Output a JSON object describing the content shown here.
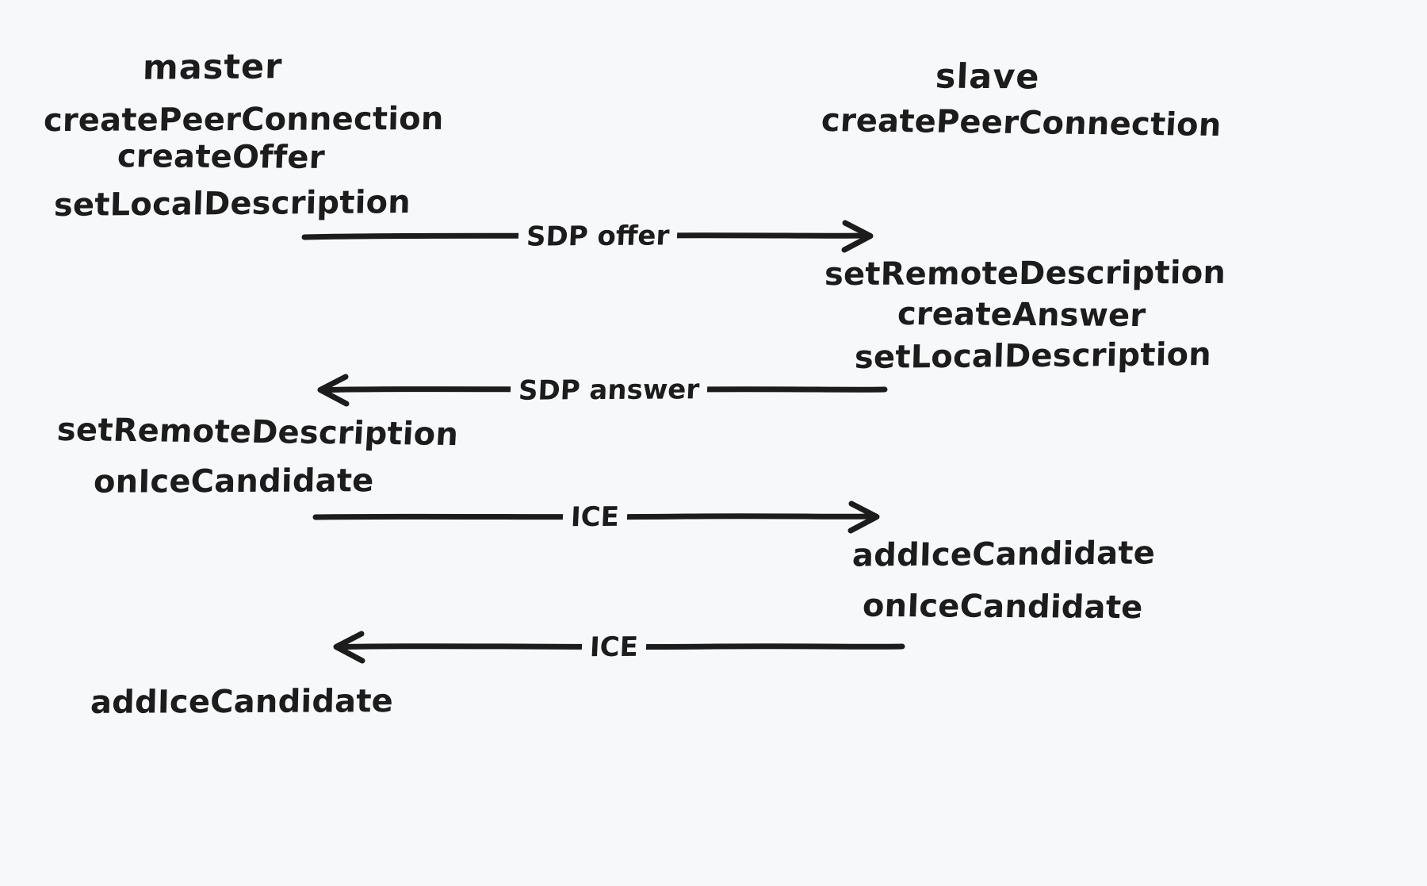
{
  "diagram": {
    "type": "sequence-diagram",
    "style": "hand-drawn",
    "background_color": "#f7f8fa",
    "ink_color": "#1c1c1c",
    "participants": [
      {
        "id": "master",
        "label": "master",
        "side": "left"
      },
      {
        "id": "slave",
        "label": "slave",
        "side": "right"
      }
    ],
    "left_actions": {
      "createPeerConnection": "createPeerConnection",
      "createOffer": "createOffer",
      "setLocalDescription": "setLocalDescription",
      "setRemoteDescription": "setRemoteDescription",
      "onIceCandidate": "onIceCandidate",
      "addIceCandidate": "addIceCandidate"
    },
    "right_actions": {
      "createPeerConnection": "createPeerConnection",
      "setRemoteDescription": "setRemoteDescription",
      "createAnswer": "createAnswer",
      "setLocalDescription": "setLocalDescription",
      "addIceCandidate": "addIceCandidate",
      "onIceCandidate": "onIceCandidate"
    },
    "messages": [
      {
        "id": "sdp-offer",
        "label": "SDP offer",
        "direction": "right"
      },
      {
        "id": "sdp-answer",
        "label": "SDP answer",
        "direction": "left"
      },
      {
        "id": "ice-1",
        "label": "ICE",
        "direction": "right"
      },
      {
        "id": "ice-2",
        "label": "ICE",
        "direction": "left"
      }
    ]
  }
}
